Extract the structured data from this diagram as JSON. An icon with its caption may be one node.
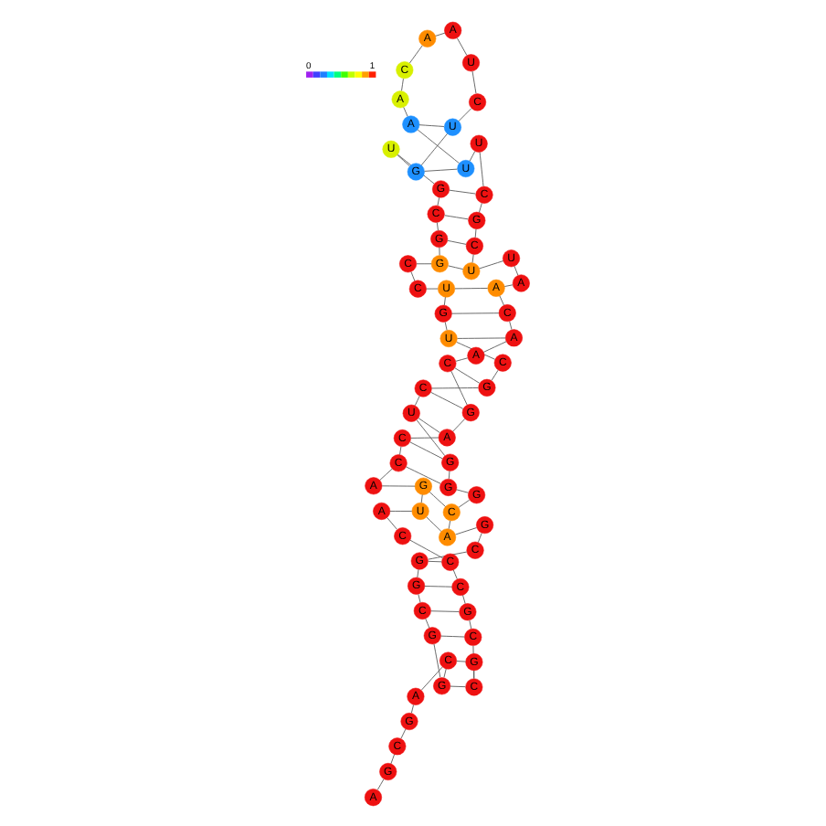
{
  "diagram": {
    "nodes": [
      {
        "text": [
          "A"
        ]
      },
      {
        "text": [
          "G"
        ]
      },
      {
        "text": [
          "C"
        ]
      },
      {
        "text": [
          "G"
        ]
      },
      {
        "text": [
          "A"
        ]
      },
      {
        "text": [
          "C"
        ]
      },
      {
        "text": [
          "G"
        ]
      },
      {
        "text": [
          "G"
        ]
      },
      {
        "text": [
          "C"
        ]
      },
      {
        "text": [
          "G"
        ]
      },
      {
        "text": [
          "G"
        ]
      },
      {
        "text": [
          "C"
        ]
      },
      {
        "text": [
          "G"
        ]
      },
      {
        "text": [
          "A"
        ]
      },
      {
        "text": [
          "C"
        ]
      },
      {
        "text": [
          "G"
        ]
      },
      {
        "text": [
          "G"
        ]
      },
      {
        "text": [
          "G"
        ]
      },
      {
        "text": [
          "U"
        ]
      },
      {
        "text": [
          "C"
        ]
      },
      {
        "text": [
          "G"
        ]
      },
      {
        "text": [
          "C"
        ]
      },
      {
        "text": [
          "U"
        ]
      },
      {
        "text": [
          "G"
        ]
      },
      {
        "text": [
          "U"
        ]
      },
      {
        "text": [
          "C"
        ]
      },
      {
        "text": [
          "C"
        ]
      },
      {
        "text": [
          "G"
        ]
      },
      {
        "text": [
          "G"
        ]
      },
      {
        "text": [
          "C"
        ]
      },
      {
        "text": [
          "G"
        ]
      },
      {
        "text": [
          "U"
        ]
      },
      {
        "text": [
          "G"
        ]
      },
      {
        "text": [
          "U"
        ]
      },
      {
        "text": [
          "C"
        ]
      },
      {
        "text": [
          "U"
        ]
      },
      {
        "text": [
          "A"
        ]
      },
      {
        "text": [
          "A"
        ]
      },
      {
        "text": [
          "C"
        ]
      },
      {
        "text": [
          "A"
        ]
      },
      {
        "text": [
          "A"
        ]
      },
      {
        "text": [
          "U"
        ]
      },
      {
        "text": [
          "U"
        ]
      },
      {
        "text": [
          "C"
        ]
      },
      {
        "text": [
          "G"
        ]
      },
      {
        "text": [
          "C"
        ]
      },
      {
        "text": [
          "U"
        ]
      },
      {
        "text": [
          "U"
        ]
      },
      {
        "text": [
          "A"
        ]
      },
      {
        "text": [
          "A"
        ]
      },
      {
        "text": [
          "C"
        ]
      },
      {
        "text": [
          "A"
        ]
      },
      {
        "text": [
          "A"
        ]
      },
      {
        "text": [
          "C"
        ]
      },
      {
        "text": [
          "G"
        ]
      },
      {
        "text": [
          "A"
        ]
      },
      {
        "text": [
          "C"
        ]
      },
      {
        "text": [
          "C"
        ]
      },
      {
        "text": [
          "A"
        ]
      },
      {
        "text": [
          "G"
        ]
      },
      {
        "text": [
          "U"
        ]
      },
      {
        "text": [
          "A"
        ]
      },
      {
        "text": [
          "C"
        ]
      },
      {
        "text": [
          "C"
        ]
      },
      {
        "text": [
          "C"
        ]
      },
      {
        "text": [
          "G"
        ]
      },
      {
        "text": [
          "C"
        ]
      },
      {
        "text": [
          "C"
        ]
      },
      {
        "text": [
          "G"
        ]
      }
    ],
    "edges": [
      {
        "from": 0,
        "to": 1,
        "arrow": "none"
      },
      {
        "from": 1,
        "to": 2,
        "arrow": "none"
      },
      {
        "from": 2,
        "to": 3,
        "arrow": "none"
      },
      {
        "from": 3,
        "to": 4,
        "arrow": "none"
      },
      {
        "from": 4,
        "to": 5,
        "arrow": "none"
      },
      {
        "from": 5,
        "to": 6,
        "arrow": "none"
      },
      {
        "from": 6,
        "to": 7,
        "arrow": "none"
      },
      {
        "from": 7,
        "to": 8,
        "arrow": "none"
      },
      {
        "from": 8,
        "to": 9,
        "arrow": "none"
      },
      {
        "from": 9,
        "to": 10,
        "arrow": "none"
      },
      {
        "from": 10,
        "to": 11,
        "arrow": "none"
      },
      {
        "from": 11,
        "to": 12,
        "arrow": "none"
      },
      {
        "from": 12,
        "to": 13,
        "arrow": "none"
      },
      {
        "from": 13,
        "to": 14,
        "arrow": "none"
      },
      {
        "from": 14,
        "to": 15,
        "arrow": "none"
      },
      {
        "from": 15,
        "to": 16,
        "arrow": "none"
      },
      {
        "from": 16,
        "to": 17,
        "arrow": "none"
      },
      {
        "from": 17,
        "to": 18,
        "arrow": "none"
      },
      {
        "from": 18,
        "to": 19,
        "arrow": "none"
      },
      {
        "from": 19,
        "to": 20,
        "arrow": "none"
      },
      {
        "from": 20,
        "to": 21,
        "arrow": "none"
      },
      {
        "from": 21,
        "to": 22,
        "arrow": "none"
      },
      {
        "from": 22,
        "to": 23,
        "arrow": "none"
      },
      {
        "from": 23,
        "to": 24,
        "arrow": "none"
      },
      {
        "from": 24,
        "to": 25,
        "arrow": "none"
      },
      {
        "from": 25,
        "to": 26,
        "arrow": "none"
      },
      {
        "from": 26,
        "to": 27,
        "arrow": "none"
      },
      {
        "from": 27,
        "to": 28,
        "arrow": "none"
      },
      {
        "from": 28,
        "to": 29,
        "arrow": "none"
      },
      {
        "from": 29,
        "to": 30,
        "arrow": "none"
      },
      {
        "from": 30,
        "to": 31,
        "arrow": "none"
      },
      {
        "from": 31,
        "to": 32,
        "arrow": "none"
      },
      {
        "from": 32,
        "to": 33,
        "arrow": "none"
      },
      {
        "from": 33,
        "to": 34,
        "arrow": "none"
      },
      {
        "from": 34,
        "to": 35,
        "arrow": "none"
      },
      {
        "from": 35,
        "to": 36,
        "arrow": "none"
      },
      {
        "from": 36,
        "to": 37,
        "arrow": "none"
      },
      {
        "from": 37,
        "to": 38,
        "arrow": "none"
      },
      {
        "from": 38,
        "to": 39,
        "arrow": "none"
      },
      {
        "from": 39,
        "to": 40,
        "arrow": "none"
      },
      {
        "from": 40,
        "to": 41,
        "arrow": "none"
      },
      {
        "from": 41,
        "to": 42,
        "arrow": "none"
      },
      {
        "from": 42,
        "to": 43,
        "arrow": "none"
      },
      {
        "from": 43,
        "to": 44,
        "arrow": "none"
      },
      {
        "from": 44,
        "to": 45,
        "arrow": "none"
      },
      {
        "from": 45,
        "to": 46,
        "arrow": "none"
      },
      {
        "from": 46,
        "to": 47,
        "arrow": "none"
      },
      {
        "from": 47,
        "to": 48,
        "arrow": "none"
      },
      {
        "from": 48,
        "to": 49,
        "arrow": "none"
      },
      {
        "from": 49,
        "to": 50,
        "arrow": "none"
      },
      {
        "from": 50,
        "to": 51,
        "arrow": "none"
      },
      {
        "from": 51,
        "to": 52,
        "arrow": "none"
      },
      {
        "from": 52,
        "to": 53,
        "arrow": "none"
      },
      {
        "from": 53,
        "to": 54,
        "arrow": "none"
      },
      {
        "from": 54,
        "to": 55,
        "arrow": "none"
      },
      {
        "from": 55,
        "to": 56,
        "arrow": "none"
      },
      {
        "from": 56,
        "to": 57,
        "arrow": "none"
      },
      {
        "from": 57,
        "to": 58,
        "arrow": "none"
      },
      {
        "from": 58,
        "to": 59,
        "arrow": "none"
      },
      {
        "from": 59,
        "to": 60,
        "arrow": "none"
      },
      {
        "from": 60,
        "to": 61,
        "arrow": "none"
      },
      {
        "from": 61,
        "to": 62,
        "arrow": "none"
      },
      {
        "from": 62,
        "to": 63,
        "arrow": "none"
      },
      {
        "from": 63,
        "to": 64,
        "arrow": "none"
      },
      {
        "from": 64,
        "to": 65,
        "arrow": "none"
      },
      {
        "from": 65,
        "to": 66,
        "arrow": "none"
      },
      {
        "from": 66,
        "to": 67,
        "arrow": "none"
      },
      {
        "from": 67,
        "to": 68,
        "arrow": "none"
      },
      {
        "from": 68,
        "to": 5,
        "arrow": "none"
      },
      {
        "from": 67,
        "to": 6,
        "arrow": "none"
      },
      {
        "from": 66,
        "to": 7,
        "arrow": "none"
      },
      {
        "from": 65,
        "to": 8,
        "arrow": "none"
      },
      {
        "from": 64,
        "to": 9,
        "arrow": "none"
      },
      {
        "from": 63,
        "to": 10,
        "arrow": "none"
      },
      {
        "from": 60,
        "to": 13,
        "arrow": "none"
      },
      {
        "from": 59,
        "to": 14,
        "arrow": "none"
      },
      {
        "from": 57,
        "to": 16,
        "arrow": "none"
      },
      {
        "from": 56,
        "to": 17,
        "arrow": "none"
      },
      {
        "from": 55,
        "to": 18,
        "arrow": "none"
      },
      {
        "from": 54,
        "to": 19,
        "arrow": "none"
      },
      {
        "from": 53,
        "to": 20,
        "arrow": "none"
      },
      {
        "from": 51,
        "to": 22,
        "arrow": "none"
      },
      {
        "from": 50,
        "to": 23,
        "arrow": "none"
      },
      {
        "from": 49,
        "to": 24,
        "arrow": "none"
      },
      {
        "from": 46,
        "to": 27,
        "arrow": "none"
      },
      {
        "from": 45,
        "to": 28,
        "arrow": "none"
      },
      {
        "from": 44,
        "to": 29,
        "arrow": "none"
      },
      {
        "from": 43,
        "to": 30,
        "arrow": "none"
      },
      {
        "from": 41,
        "to": 32,
        "arrow": "none"
      },
      {
        "from": 40,
        "to": 33,
        "arrow": "none"
      }
    ],
    "labels": [
      "0",
      "1"
    ]
  }
}
